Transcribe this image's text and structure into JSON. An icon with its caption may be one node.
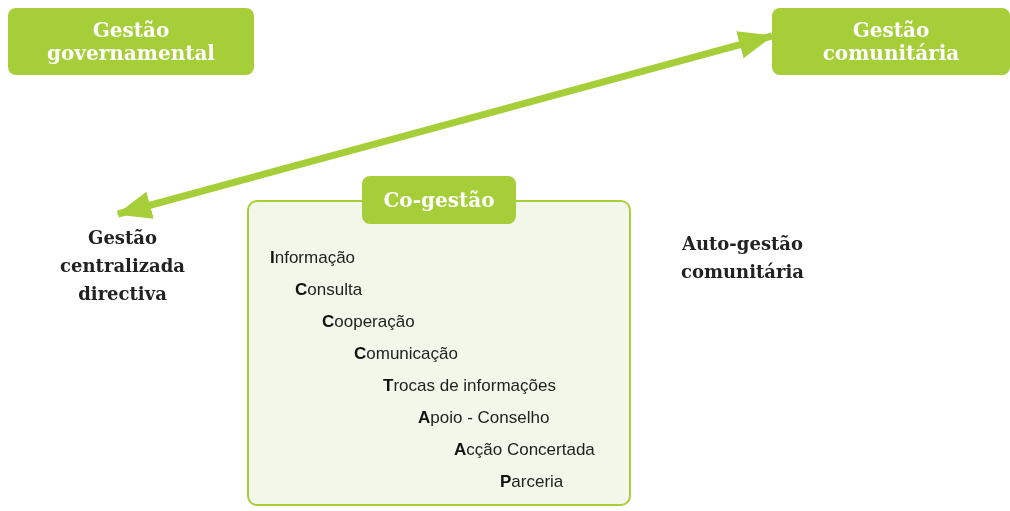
{
  "diagram": {
    "nodes": [
      {
        "text": [
          "Gestão governamental"
        ]
      },
      {
        "text": [
          "Gestão comunitária"
        ]
      },
      {
        "text": [
          "Gestão centralizada directiva"
        ]
      },
      {
        "text": [
          "Co-gestão",
          "**I**nformação",
          "**C**onsulta",
          "**C**ooperação",
          "**C**omunicação",
          "**T**rocas de informações",
          "**A**poio - Conselho",
          "**A**cção Concertada",
          "**P**arceria"
        ]
      },
      {
        "text": [
          "Auto-gestão comunitária"
        ]
      }
    ],
    "edges": [
      {
        "from": 2,
        "to": 1,
        "arrow": "both"
      }
    ]
  }
}
